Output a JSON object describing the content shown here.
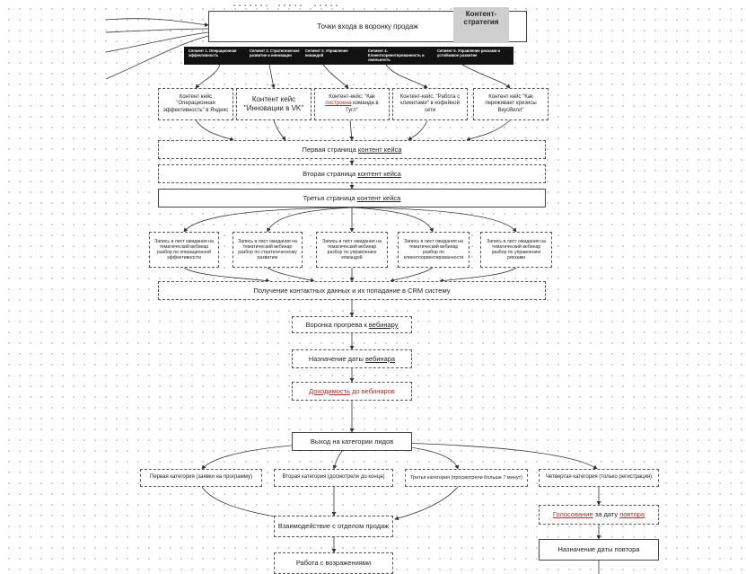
{
  "funnel_title": "Точки входа в воронку продаж",
  "strategy_label": "Контент-стратегия",
  "segments": [
    "Сегмент 1. Операционная эффективность",
    "Сегмент 2. Стратегическое развитие и инновации",
    "Сегмент 3. Управление командой",
    "Сегмент 4. Клиентоориентированность и лояльность",
    "Сегмент 5. Управление рисками и устойчивое развитие"
  ],
  "case_cards": [
    {
      "text": "Контент кейс \"Операционная эффективность\" в Яндекс"
    },
    {
      "text": "Контент кейс \"Инновации в VK\""
    },
    {
      "pre": "Контент-кейс: \"Как",
      "highlight": "построена",
      "post": "команда в Гугл\""
    },
    {
      "text": "Контент-кейс: \"Работа с клиентами\" в кофейной сети"
    },
    {
      "text": "Контент кейс \"Как переживает кризисы ВкусВилл\""
    }
  ],
  "pages": [
    {
      "pre": "Первая страница",
      "link": "контент кейса"
    },
    {
      "pre": "Вторая страница",
      "link": "контент кейса"
    },
    {
      "pre": "Третья страница",
      "link": "контент кейса"
    }
  ],
  "waitlists": [
    "Запись в лист ожидания на тематический вебинар разбор по операционной эффективности",
    "Запись в лист ожидания на тематический вебинар разбор по стратегическому развитию",
    "Запись в лист ожидания на тематический вебинар разбор по управлению командой",
    "Запись в лист ожидания на тематический вебинар разбор по клиентоориентированности",
    "Запись в лист ожидания на тематический вебинар разбор по управлению рисками"
  ],
  "crm": "Получение контактных данных и их попадание в CRM систему",
  "warmup": {
    "pre": "Воронка прогрева к",
    "link": "вебинару"
  },
  "date_set": {
    "pre": "Назначение даты",
    "link": "вебинара"
  },
  "attendance": {
    "link": "Доходимость",
    "post": "до вебинаров"
  },
  "exit_categories": "Выход на категории лидов",
  "categories": [
    "Первая категория (заявки на программу)",
    "Вторая категория (досмотрели до конца)",
    "Третья категория (просмотрели больше 7 минут)",
    "Четвертая категория (только регистрация)"
  ],
  "sales": "Взаимодействие с отделом продаж",
  "objections": "Работа с возражениями",
  "vote": {
    "link": "Голосование",
    "mid": "за дату",
    "link2": "повтора"
  },
  "repeat_date": "Назначение даты повтора"
}
